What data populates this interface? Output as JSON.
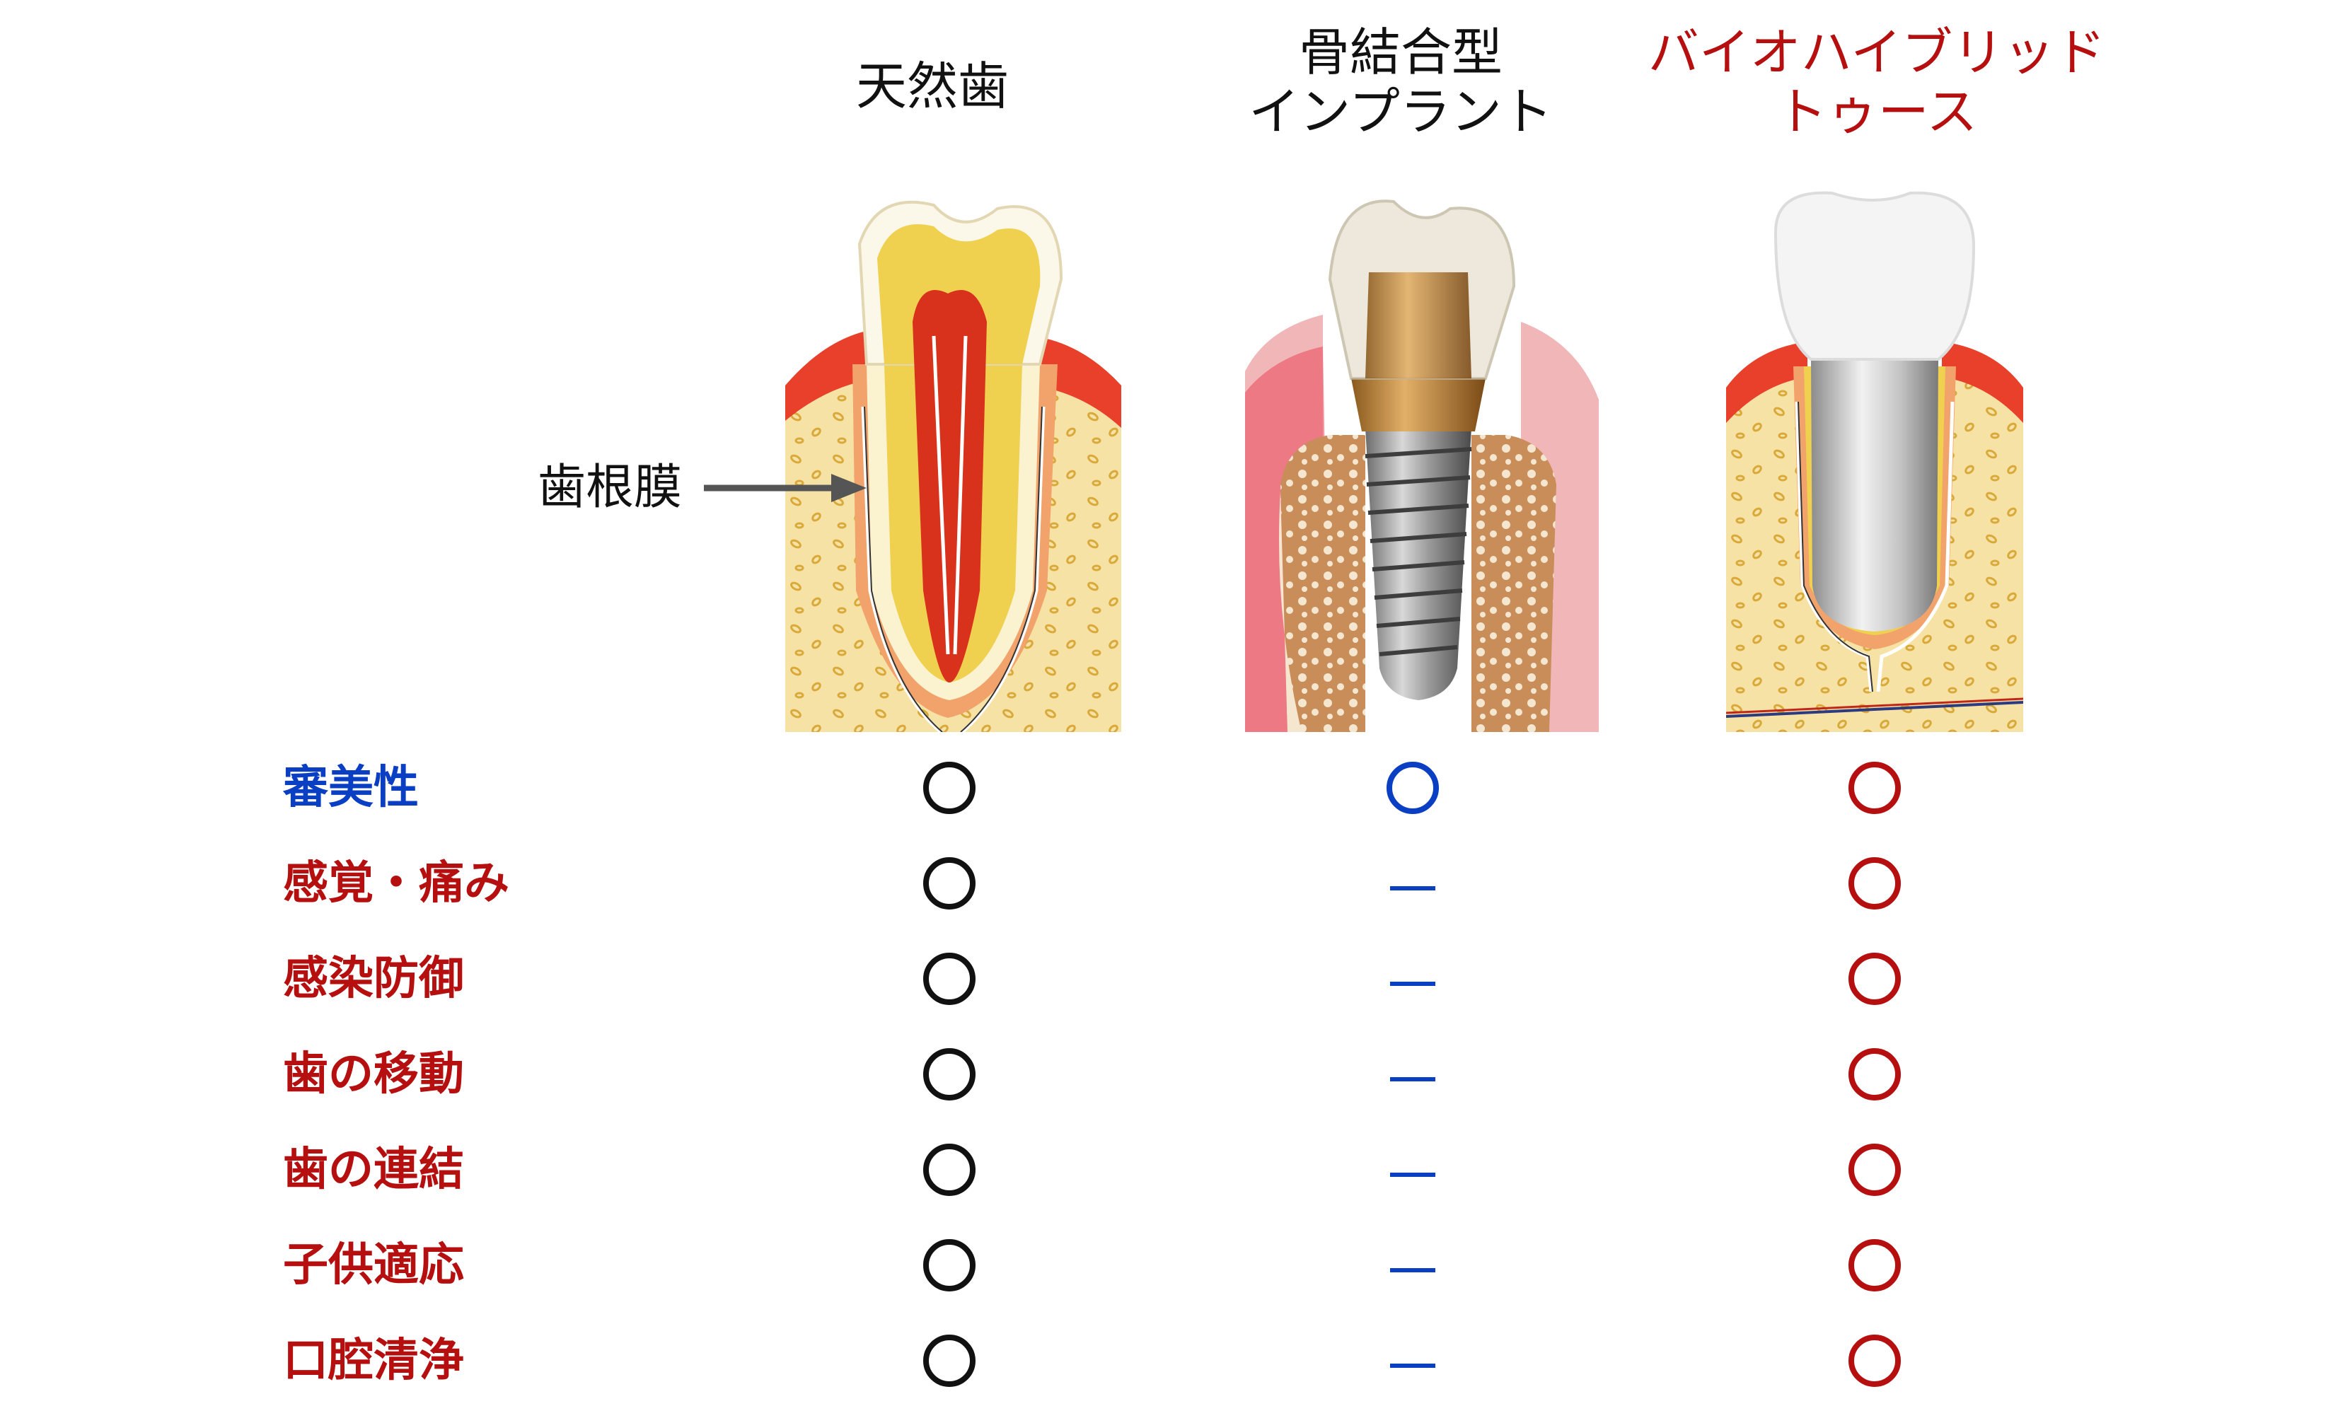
{
  "columns": [
    {
      "id": "natural",
      "title_lines": [
        "天然歯"
      ],
      "color": "#111111"
    },
    {
      "id": "implant",
      "title_lines": [
        "骨結合型",
        "インプラント"
      ],
      "color": "#111111"
    },
    {
      "id": "biohybrid",
      "title_lines": [
        "バイオハイブリッド",
        "トゥース"
      ],
      "color": "#b50f0f"
    }
  ],
  "annotation": {
    "label": "歯根膜"
  },
  "rows": [
    {
      "label": "審美性",
      "label_color": "#0a3fc4",
      "marks": [
        "circle",
        "circle",
        "circle"
      ]
    },
    {
      "label": "感覚・痛み",
      "label_color": "#b50f0f",
      "marks": [
        "circle",
        "dash",
        "circle"
      ]
    },
    {
      "label": "感染防御",
      "label_color": "#b50f0f",
      "marks": [
        "circle",
        "dash",
        "circle"
      ]
    },
    {
      "label": "歯の移動",
      "label_color": "#b50f0f",
      "marks": [
        "circle",
        "dash",
        "circle"
      ]
    },
    {
      "label": "歯の連結",
      "label_color": "#b50f0f",
      "marks": [
        "circle",
        "dash",
        "circle"
      ]
    },
    {
      "label": "子供適応",
      "label_color": "#b50f0f",
      "marks": [
        "circle",
        "dash",
        "circle"
      ]
    },
    {
      "label": "口腔清浄",
      "label_color": "#b50f0f",
      "marks": [
        "circle",
        "dash",
        "circle"
      ]
    }
  ],
  "mark_colors": [
    "#111111",
    "#0a3fc4",
    "#b50f0f"
  ],
  "icons": [
    "natural-tooth-illustration",
    "implant-illustration",
    "biohybrid-tooth-illustration",
    "arrow-right-icon"
  ]
}
